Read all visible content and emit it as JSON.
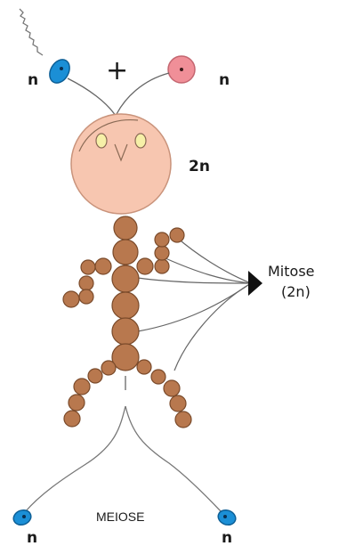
{
  "labels": {
    "sperm_top_n": "n",
    "egg_top_n": "n",
    "plus": "+",
    "zygote_2n": "2n",
    "mitose_line1": "Mitose",
    "mitose_line2": "(2n)",
    "meiose": "MEIOSE",
    "gamete_left_n": "n",
    "gamete_right_n": "n"
  },
  "colors": {
    "sperm": "#1b8fd6",
    "egg": "#f08f98",
    "head": "#f7c6b0",
    "cell": "#b8784e",
    "cell_outline": "#7a4a2a",
    "line": "#666666"
  },
  "icons": {
    "sperm": "sperm-cell-icon",
    "egg": "egg-cell-icon",
    "arrow": "arrow-right-icon"
  }
}
